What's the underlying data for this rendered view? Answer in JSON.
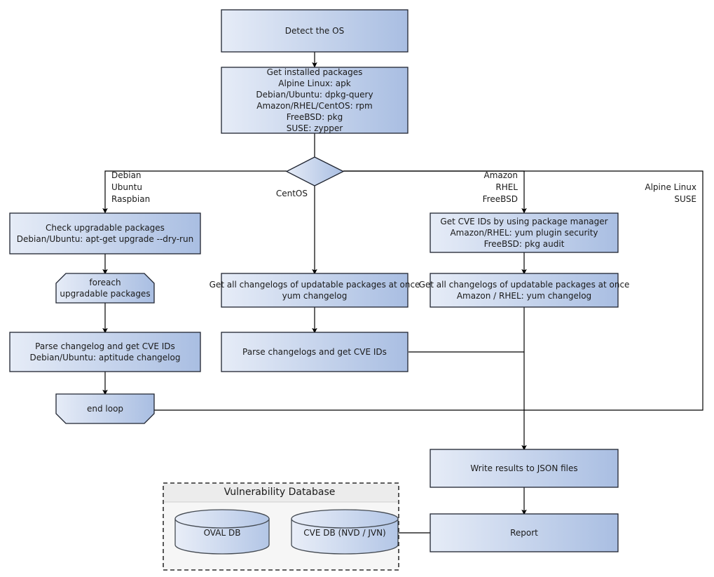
{
  "diagram": {
    "title": "Vulnerability scanning flowchart",
    "colors": {
      "box_fill_light": "#e4eaf6",
      "box_fill_dark": "#aabfe2",
      "box_stroke": "#1f2430",
      "line": "#000000",
      "group_bg": "#f6f6f6",
      "group_title_bg": "#ececec",
      "group_stroke": "#000000"
    }
  },
  "nodes": {
    "detect_os": {
      "lines": [
        "Detect the OS"
      ]
    },
    "get_installed_packages": {
      "lines": [
        "Get installed packages",
        "Alpine Linux: apk",
        "Debian/Ubuntu: dpkg-query",
        "Amazon/RHEL/CentOS: rpm",
        "FreeBSD: pkg",
        "SUSE: zypper"
      ]
    },
    "os_decision": {
      "lines": []
    },
    "check_upgradable": {
      "lines": [
        "Check upgradable packages",
        "Debian/Ubuntu: apt-get upgrade --dry-run"
      ]
    },
    "foreach_loop": {
      "lines": [
        "foreach",
        "upgradable  packages"
      ]
    },
    "parse_changelog_deb": {
      "lines": [
        "Parse changelog and get  CVE IDs",
        "Debian/Ubuntu: aptitude changelog"
      ]
    },
    "end_loop": {
      "lines": [
        "end loop"
      ]
    },
    "get_changelogs_centos": {
      "lines": [
        "Get all changelogs of updatable packages at once",
        "yum changelog"
      ]
    },
    "parse_changelogs_centos": {
      "lines": [
        "Parse changelogs and get CVE IDs"
      ]
    },
    "get_cve_ids_pkgmgr": {
      "lines": [
        "Get CVE IDs by using package manager",
        "Amazon/RHEL: yum plugin security",
        "FreeBSD: pkg audit"
      ]
    },
    "get_changelogs_amazon": {
      "lines": [
        "Get all changelogs of updatable packages at once",
        "Amazon / RHEL: yum changelog"
      ]
    },
    "write_results": {
      "lines": [
        "Write results to JSON files"
      ]
    },
    "report": {
      "lines": [
        "Report"
      ]
    }
  },
  "edge_labels": {
    "debian_branch": [
      "Debian",
      "Ubuntu",
      "Raspbian"
    ],
    "centos_branch": [
      "CentOS"
    ],
    "amazon_branch": [
      "Amazon",
      "RHEL",
      "FreeBSD"
    ],
    "alpine_branch": [
      "Alpine Linux",
      "SUSE"
    ]
  },
  "group": {
    "vulnerability_database": {
      "title": "Vulnerability Database",
      "databases": [
        {
          "label": "OVAL DB"
        },
        {
          "label": "CVE DB (NVD / JVN)"
        }
      ]
    }
  }
}
